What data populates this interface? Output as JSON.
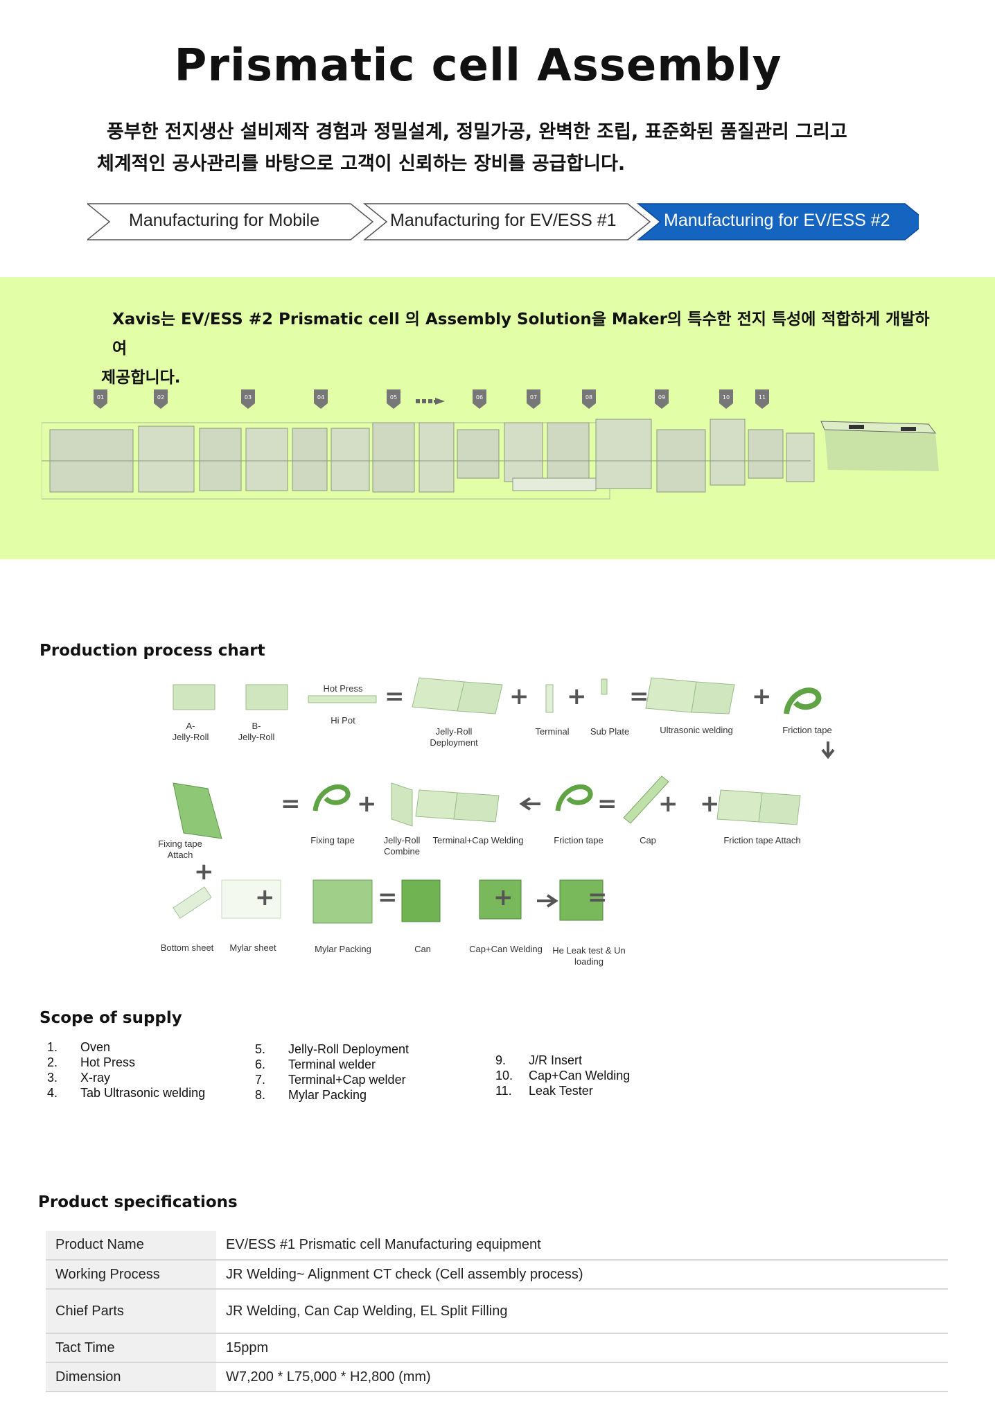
{
  "header": {
    "title": "Prismatic cell Assembly",
    "intro_line1": "풍부한 전지생산 설비제작 경험과 정밀설계, 정밀가공, 완벽한 조립, 표준화된 품질관리 그리고",
    "intro_line2": "체계적인 공사관리를 바탕으로 고객이 신뢰하는 장비를 공급합니다."
  },
  "tabs": [
    {
      "label": "Manufacturing for Mobile",
      "active": false
    },
    {
      "label": "Manufacturing for EV/ESS #1",
      "active": false
    },
    {
      "label": "Manufacturing for EV/ESS #2",
      "active": true
    }
  ],
  "colors": {
    "active_tab": "#1565c0",
    "green_band": "#e2ffa8",
    "part_green": "#7dbf63"
  },
  "solution": {
    "line1": "Xavis는 EV/ESS #2 Prismatic cell 의 Assembly Solution을 Maker의 특수한 전지 특성에 적합하게 개발하여",
    "line2": "제공합니다.",
    "stations": [
      "01",
      "02",
      "03",
      "04",
      "05",
      "06",
      "07",
      "08",
      "09",
      "10",
      "11"
    ]
  },
  "process_chart": {
    "title": "Production process chart",
    "row1": {
      "a_jelly_roll": "A-\nJelly-Roll",
      "b_jelly_roll": "B-\nJelly-Roll",
      "hot_press": "Hot Press",
      "hi_pot": "Hi Pot",
      "jelly_roll_deployment": "Jelly-Roll\nDeployment",
      "terminal": "Terminal",
      "sub_plate": "Sub Plate",
      "ultrasonic_welding": "Ultrasonic welding",
      "friction_tape": "Friction tape"
    },
    "row2": {
      "fixing_tape_attach": "Fixing tape\nAttach",
      "fixing_tape": "Fixing tape",
      "jelly_roll_combine": "Jelly-Roll\nCombine",
      "terminal_cap_welding": "Terminal+Cap Welding",
      "friction_tape": "Friction tape",
      "cap": "Cap",
      "friction_tape_attach": "Friction tape Attach"
    },
    "row3": {
      "bottom_sheet": "Bottom sheet",
      "mylar_sheet": "Mylar sheet",
      "mylar_packing": "Mylar Packing",
      "can": "Can",
      "cap_can_welding": "Cap+Can Welding",
      "he_leak_test": "He Leak test & Un\nloading"
    }
  },
  "scope": {
    "title": "Scope of supply",
    "col1": [
      {
        "n": "1.",
        "t": "Oven"
      },
      {
        "n": "2.",
        "t": "Hot Press"
      },
      {
        "n": "3.",
        "t": "X-ray"
      },
      {
        "n": "4.",
        "t": "Tab Ultrasonic welding"
      }
    ],
    "col2": [
      {
        "n": "5.",
        "t": "Jelly-Roll Deployment"
      },
      {
        "n": "6.",
        "t": "Terminal welder"
      },
      {
        "n": "7.",
        "t": "Terminal+Cap welder"
      },
      {
        "n": "8.",
        "t": "Mylar Packing"
      }
    ],
    "col3": [
      {
        "n": "9.",
        "t": "J/R Insert"
      },
      {
        "n": "10.",
        "t": "Cap+Can Welding"
      },
      {
        "n": "11.",
        "t": "Leak Tester"
      }
    ]
  },
  "specs": {
    "title": "Product specifications",
    "rows": [
      {
        "k": "Product Name",
        "v": "EV/ESS #1 Prismatic cell Manufacturing equipment"
      },
      {
        "k": "Working Process",
        "v": "JR Welding~ Alignment CT check  (Cell assembly process)"
      },
      {
        "k": "Chief Parts",
        "v": "JR Welding, Can Cap Welding, EL Split Filling"
      },
      {
        "k": "Tact Time",
        "v": "15ppm"
      },
      {
        "k": "Dimension",
        "v": "W7,200 * L75,000 * H2,800 (mm)"
      }
    ]
  }
}
